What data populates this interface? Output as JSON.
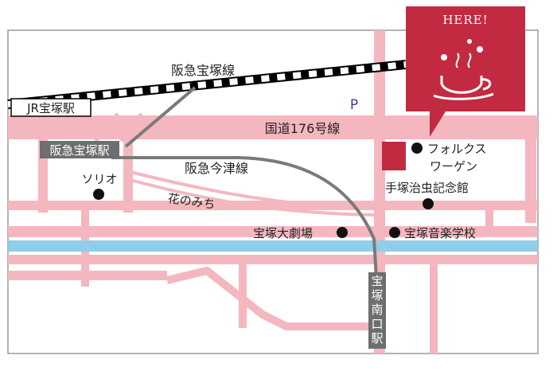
{
  "colors": {
    "road": "#f4b7bf",
    "river": "#8fcdea",
    "rail_gray": "#7a7a7a",
    "accent": "#c22a41",
    "map_border": "#9a9a9a",
    "label_box": "#6e6e6e"
  },
  "here": {
    "label": "HERE!",
    "icon": "coffee-cup-icon"
  },
  "lines": {
    "hankyu_takarazuka": "阪急宝塚線",
    "hankyu_imazu": "阪急今津線",
    "route176": "国道176号線",
    "hananomichi": "花のみち"
  },
  "stations": {
    "jr_takarazuka": "JR宝塚駅",
    "hankyu_takarazuka": "阪急宝塚駅",
    "takarazuka_minamiguchi": [
      "宝",
      "塚",
      "南",
      "口",
      "駅"
    ]
  },
  "parking": "P",
  "landmarks": {
    "sorio": "ソリオ",
    "volkswagen": [
      "フォルクス",
      "ワーゲン"
    ],
    "tezuka": "手塚治虫記念館",
    "grand_theater": "宝塚大劇場",
    "music_school": "宝塚音楽学校"
  }
}
